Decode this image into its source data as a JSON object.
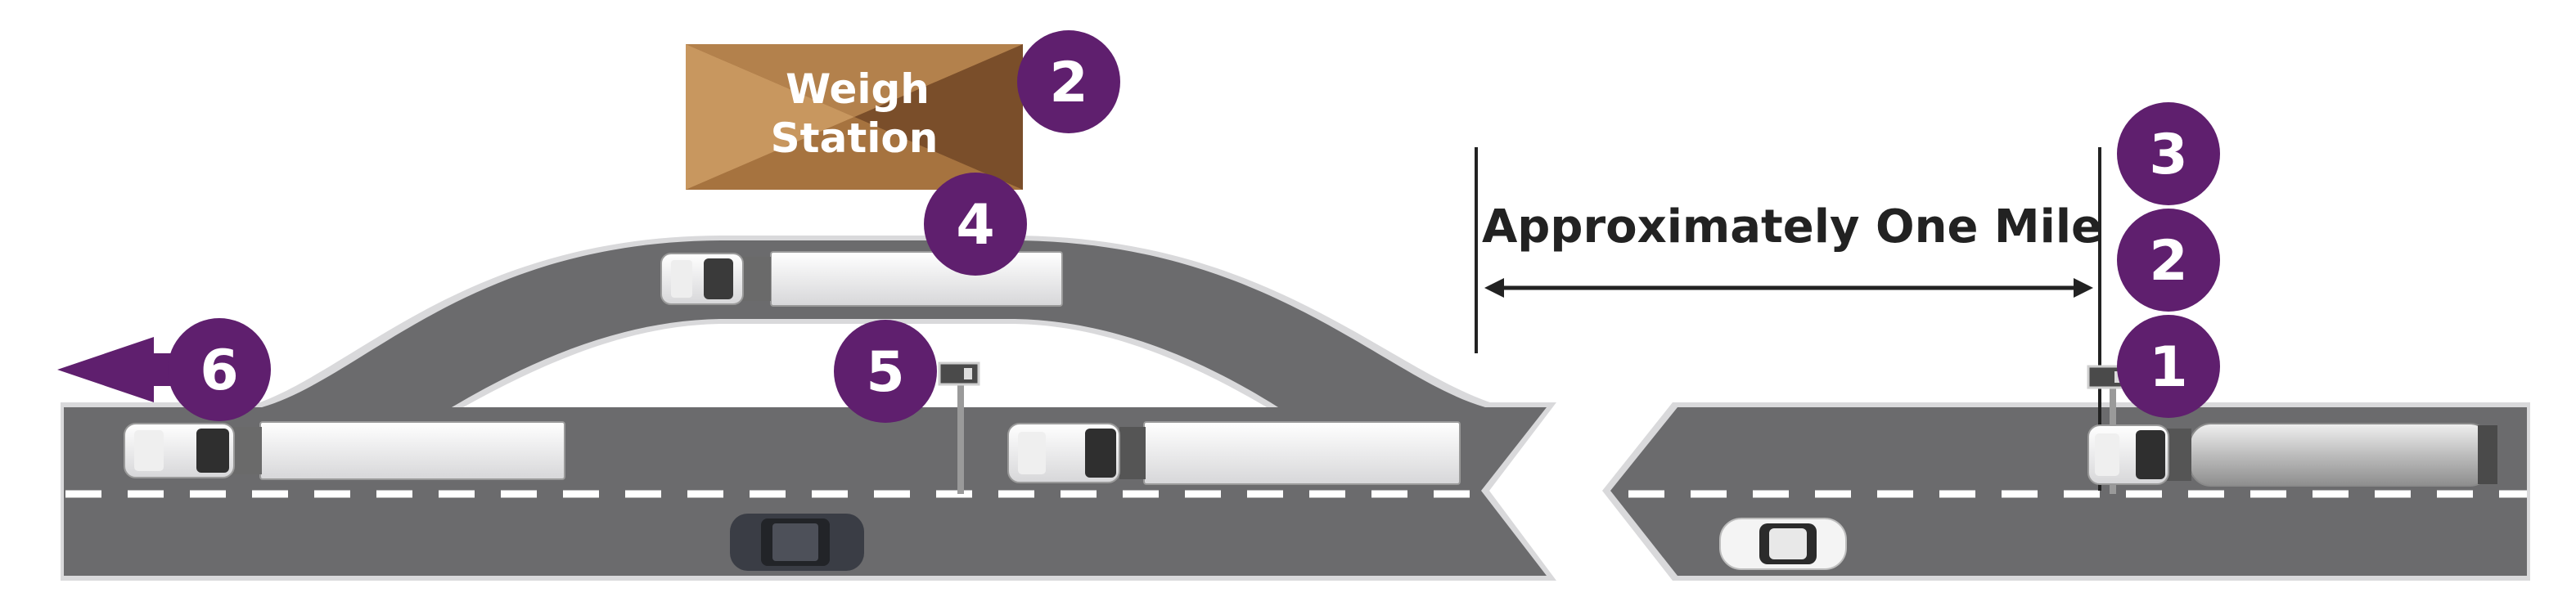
{
  "colors": {
    "road": "#6b6b6d",
    "road_edge": "#d9d9db",
    "lane_dash": "#ffffff",
    "badge": "#5f1f6e",
    "arrow": "#5f1f6e",
    "station_light": "#c8975f",
    "station_dark": "#7a4e2a",
    "line": "#222222"
  },
  "weigh_station": {
    "line1": "Weigh",
    "line2": "Station",
    "icon": "weigh-station-building"
  },
  "distance": {
    "label": "Approximately One Mile"
  },
  "badges": [
    {
      "id": "badge-weigh-station",
      "number": "2"
    },
    {
      "id": "badge-top-right",
      "number": "3"
    },
    {
      "id": "badge-middle-right",
      "number": "2"
    },
    {
      "id": "badge-bottom-right",
      "number": "1"
    },
    {
      "id": "badge-ramp-truck",
      "number": "4"
    },
    {
      "id": "badge-scale-sign",
      "number": "5"
    },
    {
      "id": "badge-exit",
      "number": "6"
    }
  ],
  "vehicles": [
    "semi-truck-on-ramp",
    "semi-truck-left-lane",
    "semi-truck-center",
    "tanker-truck-right",
    "suv-dark",
    "sedan-white"
  ]
}
